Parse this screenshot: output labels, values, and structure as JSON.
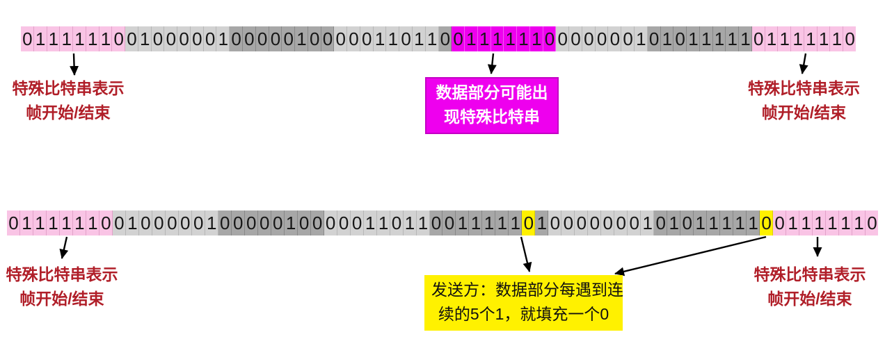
{
  "colors": {
    "pink": "#F9C4E5",
    "light_gray": "#D2D2D2",
    "dark_gray": "#A7A7A7",
    "magenta": "#EE00EE",
    "magenta_border": "#C400C4",
    "yellow": "#FFF100",
    "red_text": "#B01E28"
  },
  "top_row": {
    "description": "original frame",
    "segments": [
      {
        "color": "pink",
        "bits": "01111110"
      },
      {
        "color": "light",
        "bits": "01000001"
      },
      {
        "color": "dark",
        "bits": "00000100"
      },
      {
        "color": "light",
        "bits": "00011011"
      },
      {
        "color": "dark",
        "bits": "0"
      },
      {
        "color": "magenta",
        "bits": "01111110"
      },
      {
        "color": "light",
        "bits": "0000001"
      },
      {
        "color": "dark",
        "bits": "01011111"
      },
      {
        "color": "pink",
        "bits": "01111110"
      }
    ]
  },
  "bottom_row": {
    "description": "frame after sender bit stuffing",
    "segments": [
      {
        "color": "pink",
        "bits": "01111110"
      },
      {
        "color": "light",
        "bits": "01000001"
      },
      {
        "color": "dark",
        "bits": "00000100"
      },
      {
        "color": "light",
        "bits": "00011011"
      },
      {
        "color": "dark",
        "bits": "0011111"
      },
      {
        "color": "yellow",
        "bits": "0"
      },
      {
        "color": "dark",
        "bits": "1"
      },
      {
        "color": "light",
        "bits": "00000001"
      },
      {
        "color": "dark",
        "bits": "01011111"
      },
      {
        "color": "yellow",
        "bits": "0"
      },
      {
        "color": "pink",
        "bits": "01111110"
      }
    ]
  },
  "notes": {
    "flag_note_line1": "特殊比特串表示",
    "flag_note_line2": "帧开始/结束",
    "data_note_line1": "数据部分可能出",
    "data_note_line2": "现特殊比特串",
    "sender_note_line1": "发送方：数据部分每遇到连",
    "sender_note_line2": "续的5个1，就填充一个0"
  }
}
